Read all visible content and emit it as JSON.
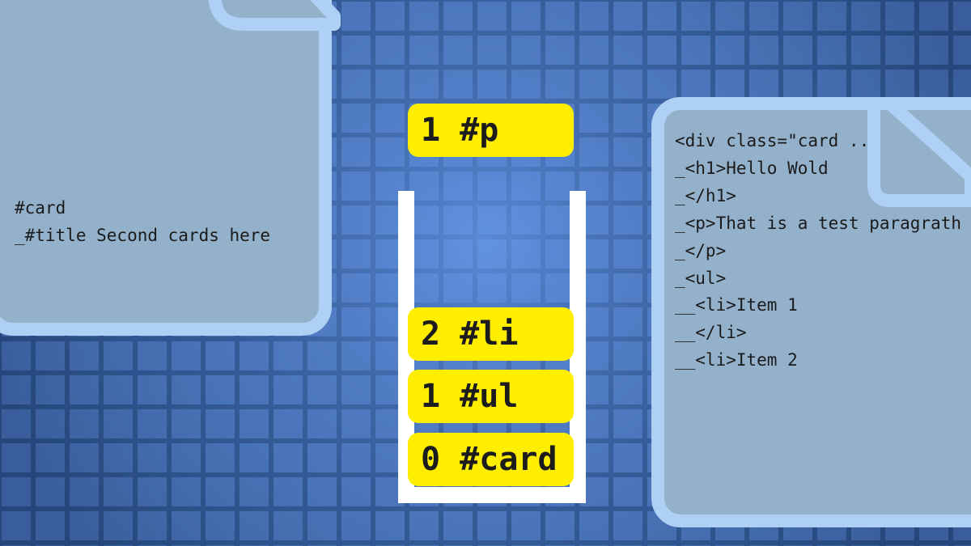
{
  "left_document": {
    "lines": [
      "#card",
      "_#title Second cards here"
    ]
  },
  "right_document": {
    "lines": [
      "<div class=\"card ...\">",
      "_<h1>Hello Wold",
      "_</h1>",
      "_<p>That is a test paragrath",
      "_</p>",
      "_<ul>",
      "__<li>Item 1",
      "__</li>",
      "__<li>Item 2"
    ]
  },
  "popped_item": {
    "label": "1 #p"
  },
  "stack": {
    "items": [
      {
        "label": "2 #li"
      },
      {
        "label": "1 #ul"
      },
      {
        "label": "0 #card"
      }
    ]
  },
  "colors": {
    "background": "#2b4f86",
    "grid_tile": "#4f7ac0",
    "document_fill": "#94b1cb",
    "document_border": "#afd0f5",
    "chip": "#ffee00",
    "stack_border": "#ffffff"
  }
}
